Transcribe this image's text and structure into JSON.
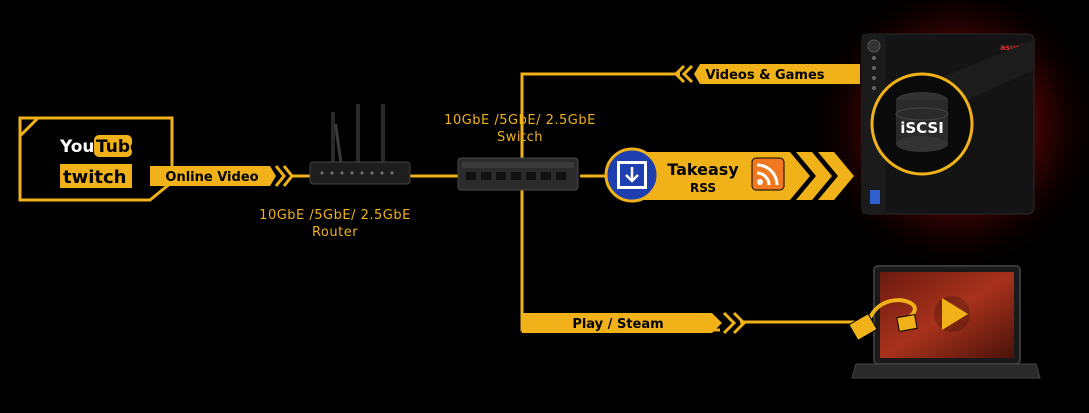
{
  "sources": {
    "youtube_you": "You",
    "youtube_tube": "Tube",
    "twitch": "twitch"
  },
  "labels": {
    "online_video": "Online Video",
    "router_line1": "10GbE /5GbE/ 2.5GbE",
    "router_line2": "Router",
    "switch_line1": "10GbE /5GbE/ 2.5GbE",
    "switch_line2": "Switch",
    "videos_games": "Videos & Games",
    "play_steam": "Play / Steam",
    "takeasy_title": "Takeasy",
    "takeasy_sub": "RSS",
    "iscsi": "iSCSI",
    "nas_brand": "asustor"
  },
  "colors": {
    "accent": "#f0b218",
    "background": "#000000",
    "nas_glow": "#d01010"
  },
  "icons": [
    "youtube-logo",
    "twitch-logo",
    "router-icon",
    "switch-icon",
    "download-video-icon",
    "rss-icon",
    "database-icon",
    "nas-icon",
    "laptop-icon",
    "play-icon",
    "hdmi-cable-icon"
  ]
}
